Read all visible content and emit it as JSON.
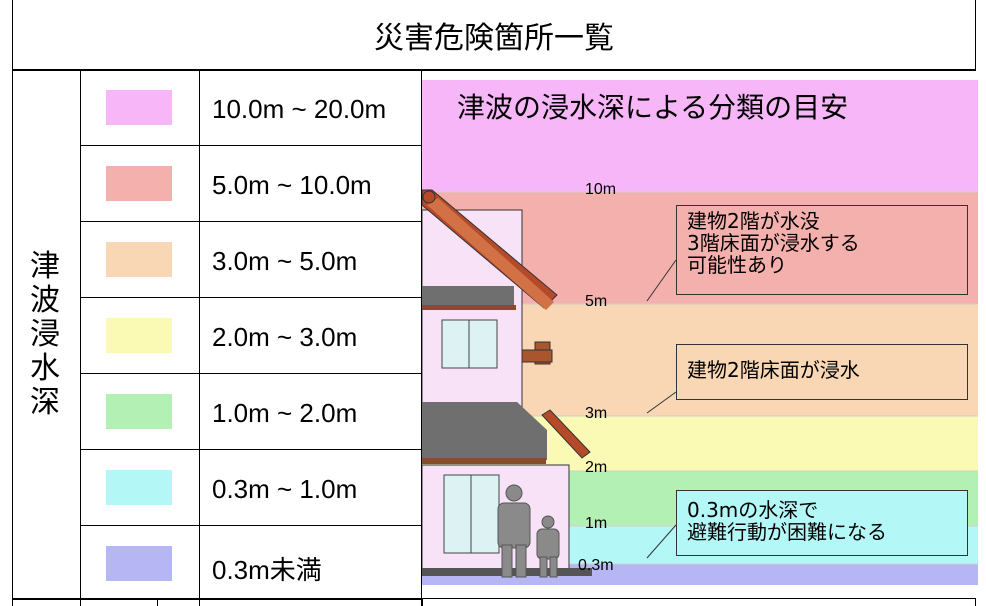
{
  "page": {
    "title": "災害危険箇所一覧"
  },
  "legend": {
    "category_label": [
      "津",
      "波",
      "浸",
      "水",
      "深"
    ],
    "rows": [
      {
        "range": "10.0m ~ 20.0m",
        "color": "#f7b6f7"
      },
      {
        "range": "5.0m ~ 10.0m",
        "color": "#f4b0ac"
      },
      {
        "range": "3.0m ~ 5.0m",
        "color": "#f9d7b4"
      },
      {
        "range": "2.0m ~ 3.0m",
        "color": "#fafab4"
      },
      {
        "range": "1.0m ~ 2.0m",
        "color": "#b3f0b3"
      },
      {
        "range": "0.3m ~ 1.0m",
        "color": "#b4f7f7"
      },
      {
        "range": "0.3m未満",
        "color": "#b6b6f5"
      }
    ]
  },
  "diagram": {
    "title": "津波の浸水深による分類の目安",
    "levels": [
      "10m",
      "5m",
      "3m",
      "2m",
      "1m",
      "0.3m"
    ],
    "callouts": [
      {
        "lines": [
          "建物2階が水没",
          "3階床面が浸水する",
          "可能性あり"
        ]
      },
      {
        "lines": [
          "建物2階床面が浸水"
        ]
      },
      {
        "lines": [
          "0.3mの水深で",
          "避難行動が困難になる"
        ]
      }
    ]
  }
}
